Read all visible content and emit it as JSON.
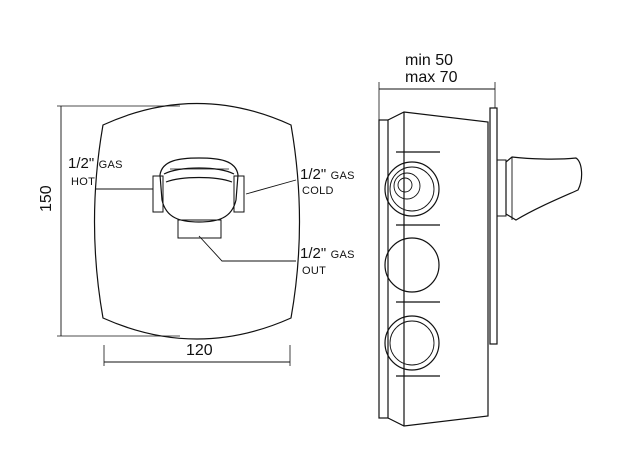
{
  "dimensions": {
    "height": "150",
    "width": "120",
    "depth_min": "min 50",
    "depth_max": "max 70"
  },
  "connections": {
    "hot": {
      "size": "1/2\"",
      "type": "GAS",
      "name": "HOT"
    },
    "cold": {
      "size": "1/2\"",
      "type": "GAS",
      "name": "COLD"
    },
    "out": {
      "size": "1/2\"",
      "type": "GAS",
      "name": "OUT"
    }
  }
}
